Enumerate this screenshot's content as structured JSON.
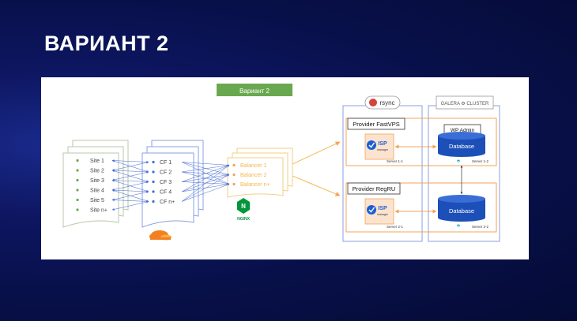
{
  "slide": {
    "title": "ВАРИАНТ 2"
  },
  "diagram": {
    "variant_label": "Вариант 2",
    "sites": [
      "Site 1",
      "Site 2",
      "Site 3",
      "Site 4",
      "Site 5",
      "Site n+"
    ],
    "cf": [
      "CF 1",
      "CF 2",
      "CF 3",
      "CF 4",
      "CF n+"
    ],
    "balancers": [
      "Balancer 1",
      "Balancer 2",
      "Balancer n+"
    ],
    "nginx_logo_text": "NGINX",
    "rsync_logo_text": "rsync",
    "galera_logo_text": "GALERA ⚙ CLUSTER",
    "providers": [
      {
        "name": "Provider FastVPS",
        "isp": "ISP",
        "isp_sub": "manager",
        "server_left": "Server 1-1",
        "server_right": "Server 1-2",
        "wp_admin": "WP Admin",
        "db": "Database"
      },
      {
        "name": "Provider RegRU",
        "isp": "ISP",
        "isp_sub": "manager",
        "server_left": "Server 2-1",
        "server_right": "Server 2-2",
        "db": "Database"
      }
    ],
    "colors": {
      "accent_orange": "#f4a356",
      "db_blue": "#1c4fb8",
      "variant_green": "#6aa84f",
      "arrow_blue": "#4a6fd0",
      "box_blue": "#8aa0e0"
    }
  }
}
